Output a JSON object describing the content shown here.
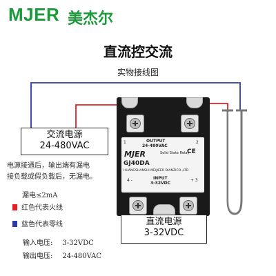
{
  "brand": {
    "name_en": "MJER",
    "name_cn": "美杰尔"
  },
  "title": "直流控交流",
  "subtitle": "实物接线图",
  "ac_source": {
    "line1": "交流电源",
    "line2": "24-480VAC"
  },
  "dc_source": {
    "line1": "直流电源",
    "line2": "3-32VDC"
  },
  "description": [
    "电源接通后，输出端有漏电",
    "接负载或假负载后，无漏电。"
  ],
  "leakage": "漏电≤2mA",
  "legend": {
    "red": "红色代表火线",
    "blue": "蓝色代表零线",
    "red_color": "#e31e24",
    "blue_color": "#2a3aa8"
  },
  "specs": {
    "input_label": "输入电压:",
    "input_value": "3-32VDC",
    "output_label": "输出电压:",
    "output_value": "24-480VAC"
  },
  "relay": {
    "output_label": "OUTPUT",
    "output_voltage": "24-480VAC",
    "brand": "MJER",
    "type": "Solid State Relay",
    "cert": "CE",
    "model": "GJ40DA",
    "company": "HUANGSHANSHI MEIJIEER DIANZICO.,LTD",
    "input_label": "INPUT",
    "input_voltage": "3-32VDC",
    "terminal_1": "1",
    "terminal_2": "2",
    "terminal_3": "+ 3",
    "terminal_4": "4 -"
  }
}
